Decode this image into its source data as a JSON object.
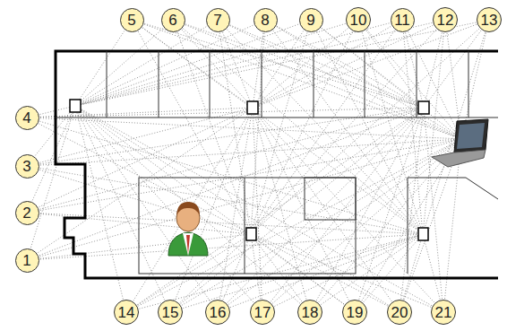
{
  "diagram": {
    "nodes": [
      {
        "text": [
          "1"
        ]
      },
      {
        "text": [
          "2"
        ]
      },
      {
        "text": [
          "3"
        ]
      },
      {
        "text": [
          "4"
        ]
      },
      {
        "text": [
          "5"
        ]
      },
      {
        "text": [
          "6"
        ]
      },
      {
        "text": [
          "7"
        ]
      },
      {
        "text": [
          "8"
        ]
      },
      {
        "text": [
          "9"
        ]
      },
      {
        "text": [
          "10"
        ]
      },
      {
        "text": [
          "11"
        ]
      },
      {
        "text": [
          "12"
        ]
      },
      {
        "text": [
          "13"
        ]
      },
      {
        "text": [
          "14"
        ]
      },
      {
        "text": [
          "15"
        ]
      },
      {
        "text": [
          "16"
        ]
      },
      {
        "text": [
          "17"
        ]
      },
      {
        "text": [
          "18"
        ]
      },
      {
        "text": [
          "19"
        ]
      },
      {
        "text": [
          "20"
        ]
      },
      {
        "text": [
          "21"
        ]
      }
    ]
  }
}
